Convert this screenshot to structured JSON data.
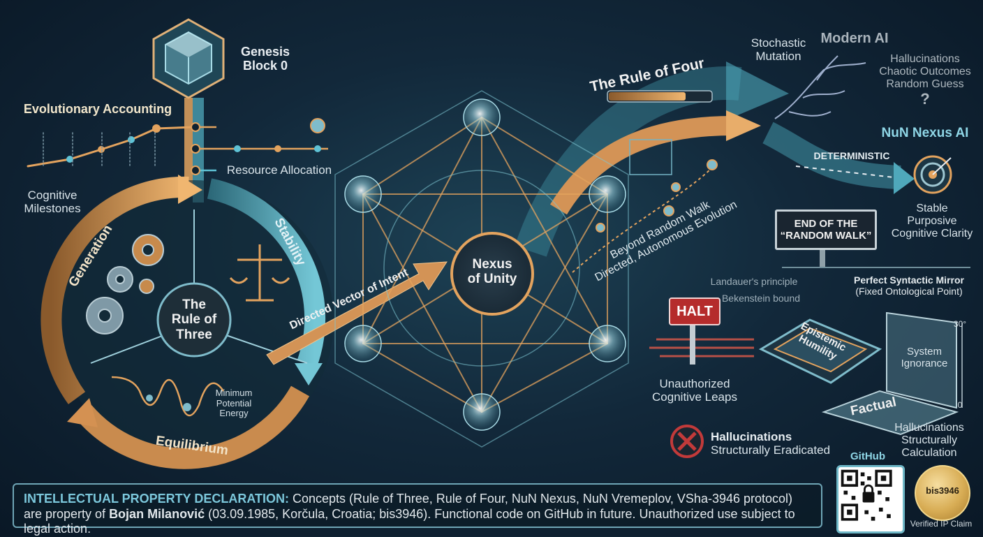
{
  "genesis": {
    "line1": "Genesis",
    "line2": "Block 0"
  },
  "evolutionary_accounting": "Evolutionary Accounting",
  "resource_allocation": "Resource Allocation",
  "cognitive_milestones": {
    "line1": "Cognitive",
    "line2": "Milestones"
  },
  "rule_of_three": {
    "line1": "The",
    "line2": "Rule of",
    "line3": "Three"
  },
  "arc_labels": {
    "generation": "Generation",
    "stability": "Stability",
    "equilibrium": "Equilibrium"
  },
  "minimum_energy": {
    "line1": "Minimum",
    "line2": "Potential",
    "line3": "Energy"
  },
  "directed_vector": "Directed Vector of Intent",
  "nexus": {
    "line1": "Nexus",
    "line2": "of Unity"
  },
  "rule_of_four": "The Rule of Four",
  "beyond_random_walk": {
    "line1": "Beyond Random Walk",
    "line2": "Directed, Autonomous Evolution"
  },
  "stochastic": {
    "line1": "Stochastic",
    "line2": "Mutation"
  },
  "modern_ai": "Modern AI",
  "modern_ai_list": [
    "Hallucinations",
    "Chaotic Outcomes",
    "Random Guess",
    "?"
  ],
  "nun_nexus_ai": "NuN Nexus AI",
  "deterministic": "DETERMINISTIC",
  "stable_list": [
    "Stable",
    "Purposive",
    "Cognitive Clarity"
  ],
  "end_sign": {
    "line1": "END OF THE",
    "line2": "“RANDOM WALK”"
  },
  "landauer": "Landauer's principle",
  "bekenstein": "Bekenstein bound",
  "perfect_mirror": {
    "line1": "Perfect Syntactic Mirror",
    "line2": "(Fixed Ontological Point)"
  },
  "halt": "HALT",
  "epistemic": {
    "line1": "Epistemic",
    "line2": "Humility"
  },
  "system_ignorance": {
    "line1": "System",
    "line2": "Ignorance"
  },
  "unauthorized": {
    "line1": "Unauthorized",
    "line2": "Cognitive Leaps"
  },
  "factual": "Factual",
  "hallucinations_eradicated": {
    "line1": "Hallucinations",
    "line2": "Structurally Eradicated"
  },
  "hallucinations_calc": {
    "line1": "Hallucinations",
    "line2": "Structurally",
    "line3": "Calculation"
  },
  "scale": {
    "top": "30°",
    "bottom": "0"
  },
  "github": "GitHub",
  "seal_text": "bis3946",
  "verified": "Verified IP Claim",
  "ip": {
    "head": "INTELLECTUAL PROPERTY DECLARATION:",
    "text1": " Concepts (Rule of Three, Rule of Four, NuN Nexus, NuN Vremeplov, VSha-3946 protocol) are property of ",
    "name": "Bojan Milanović",
    "text2": " (03.09.1985, Korčula, Croatia; bis3946). Functional code on GitHub in future. Unauthorized use subject to legal action."
  },
  "colors": {
    "accent_teal": "#5fc3d6",
    "accent_orange": "#e3a35e",
    "halt_red": "#b52c2c"
  }
}
